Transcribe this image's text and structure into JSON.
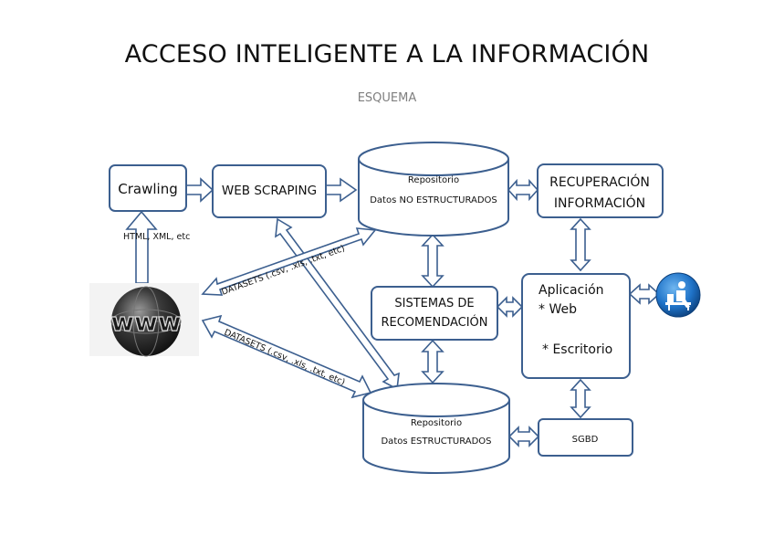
{
  "header": {
    "title": "ACCESO INTELIGENTE A LA INFORMACIÓN",
    "subtitle": "ESQUEMA"
  },
  "nodes": {
    "crawling": "Crawling",
    "web_scraping": "WEB SCRAPING",
    "repo_unstructured": {
      "line1": "Repositorio",
      "line2": "Datos NO ESTRUCTURADOS"
    },
    "recovery": {
      "line1": "RECUPERACIÓN",
      "line2": "INFORMACIÓN"
    },
    "recommendation": {
      "line1": "SISTEMAS DE",
      "line2": "RECOMENDACIÓN"
    },
    "application": {
      "line1": "Aplicación",
      "line2": "* Web",
      "line3": "* Escritorio"
    },
    "repo_structured": {
      "line1": "Repositorio",
      "line2": "Datos ESTRUCTURADOS"
    },
    "sgbd": "SGBD"
  },
  "labels": {
    "formats": "HTML, XML, etc",
    "datasets_upper": "DATASETS (.csv, .xls, .txt, etc)",
    "datasets_lower": "DATASETS (.csv, .xls, .txt, etc)"
  },
  "icons": {
    "www": "www-globe-icon",
    "user": "user-at-computer-icon"
  },
  "colors": {
    "stroke": "#3c5f8f",
    "globe": "#2b2b2b",
    "user_icon": "#1f73c8"
  }
}
